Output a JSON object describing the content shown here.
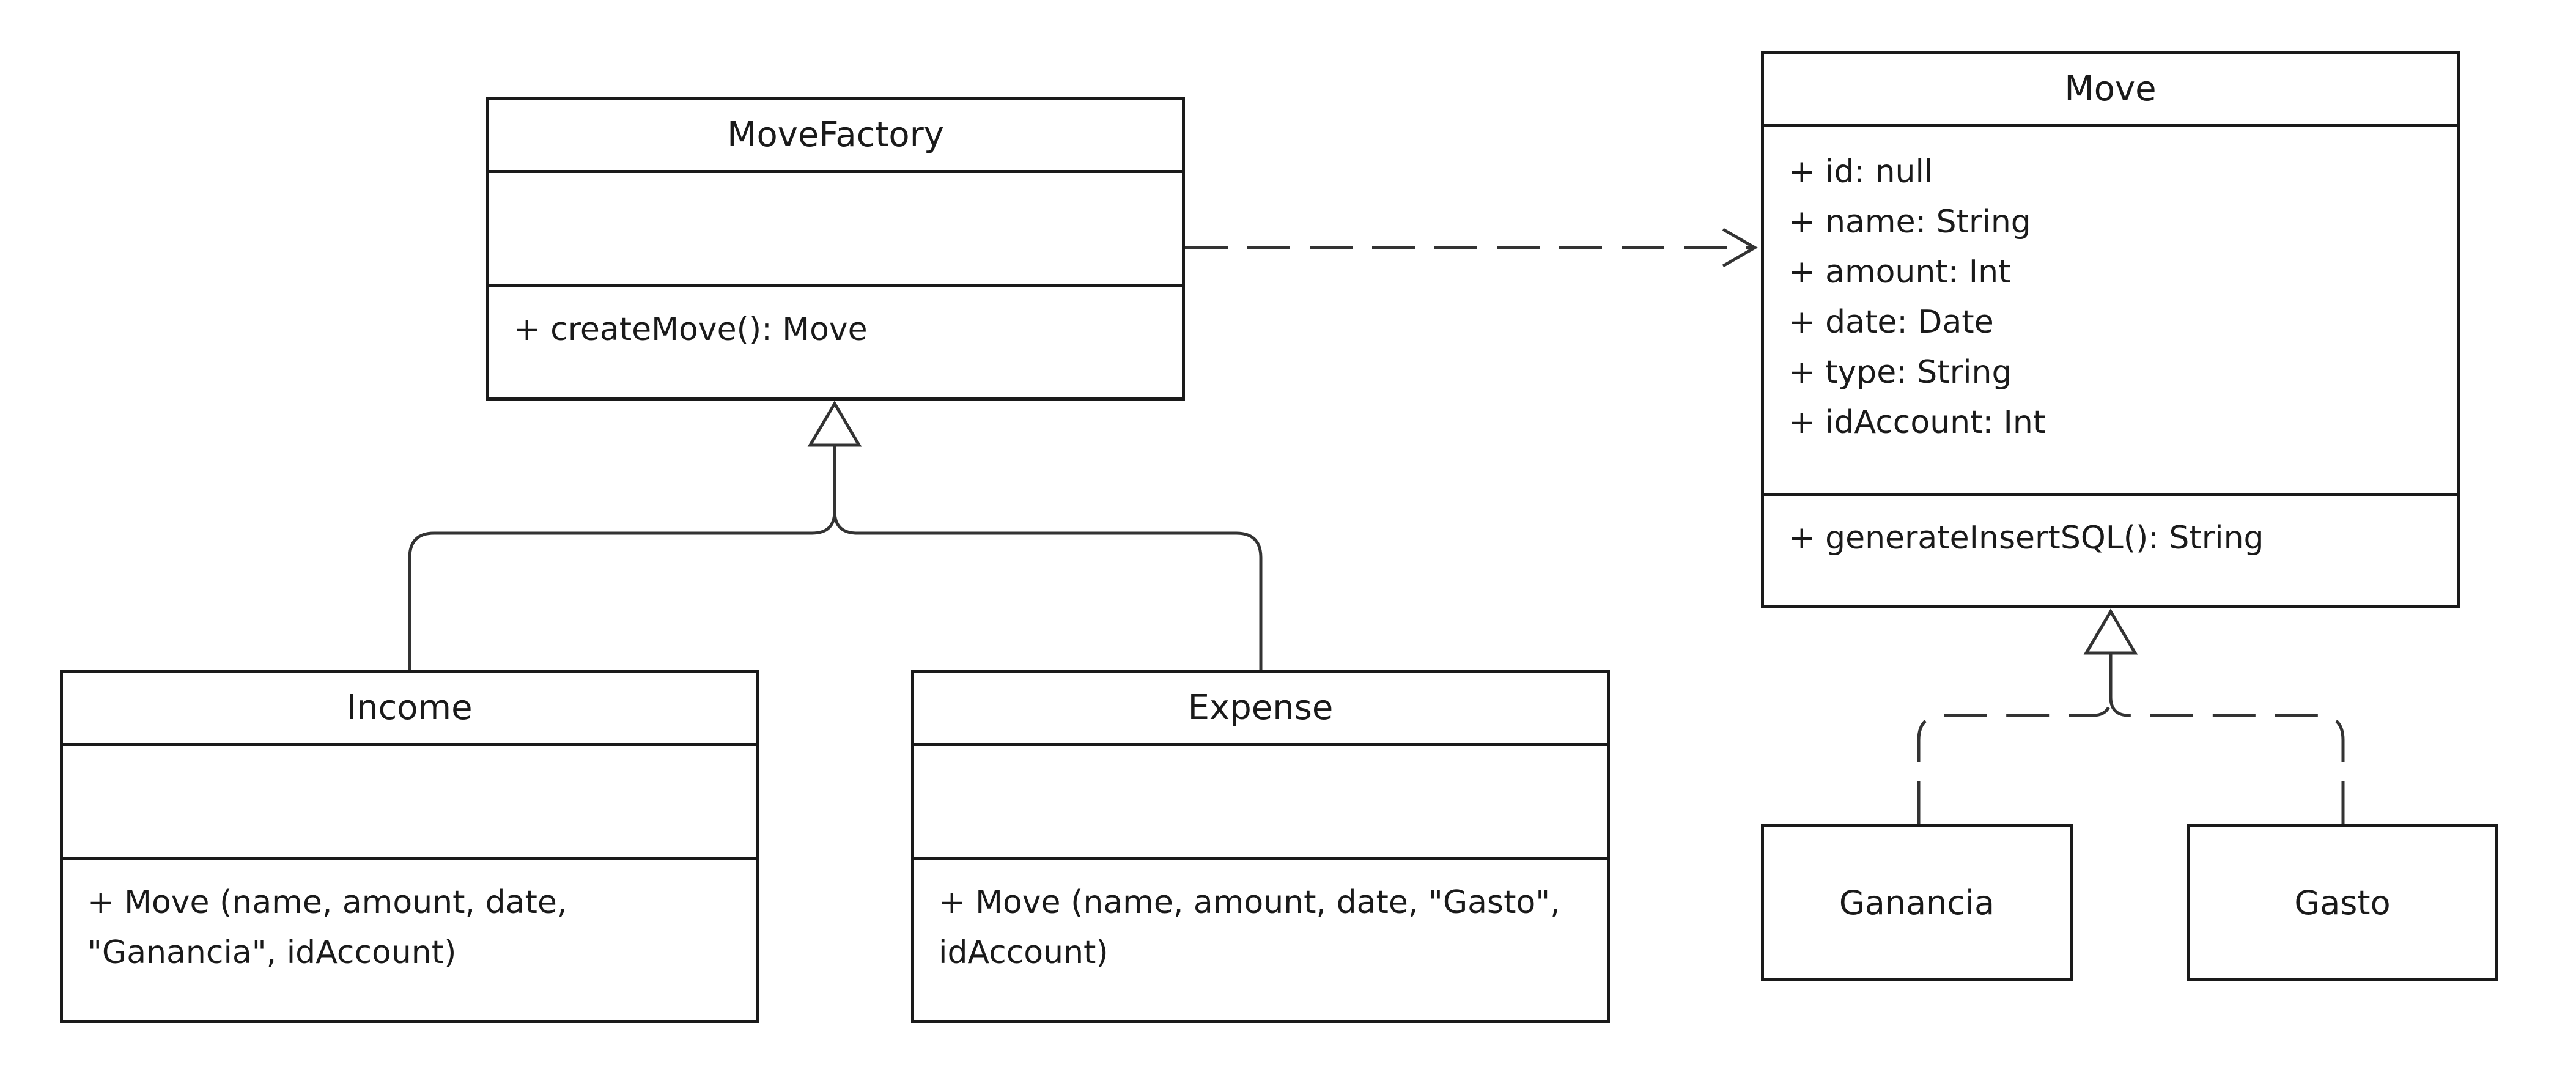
{
  "classes": {
    "move_factory": {
      "name": "MoveFactory",
      "attributes": [],
      "operations": [
        "+ createMove(): Move"
      ]
    },
    "move": {
      "name": "Move",
      "attributes": [
        "+ id: null",
        "+ name: String",
        "+ amount: Int",
        "+ date: Date",
        "+ type: String",
        "+ idAccount: Int"
      ],
      "operations": [
        "+ generateInsertSQL(): String"
      ]
    },
    "income": {
      "name": "Income",
      "attributes": [],
      "operations": [
        "+ Move (name, amount, date, \"Ganancia\", idAccount)"
      ]
    },
    "expense": {
      "name": "Expense",
      "attributes": [],
      "operations": [
        "+ Move (name, amount, date, \"Gasto\", idAccount)"
      ]
    },
    "ganancia": {
      "name": "Ganancia"
    },
    "gasto": {
      "name": "Gasto"
    }
  },
  "relationships": [
    {
      "type": "dependency",
      "from": "MoveFactory",
      "to": "Move"
    },
    {
      "type": "generalization",
      "from": "Income",
      "to": "MoveFactory"
    },
    {
      "type": "generalization",
      "from": "Expense",
      "to": "MoveFactory"
    },
    {
      "type": "realization",
      "from": "Ganancia",
      "to": "Move"
    },
    {
      "type": "realization",
      "from": "Gasto",
      "to": "Move"
    }
  ]
}
